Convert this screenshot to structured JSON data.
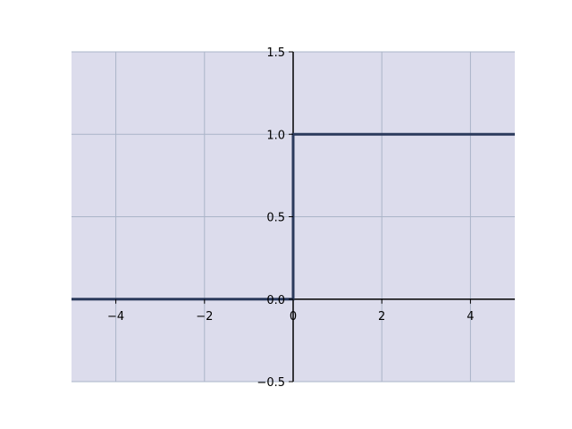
{
  "chart_data": {
    "type": "line",
    "title": "",
    "xlabel": "",
    "ylabel": "",
    "xlim": [
      -5,
      5
    ],
    "ylim": [
      -0.5,
      1.5
    ],
    "grid": true,
    "spines": "centered at origin",
    "x_ticks": [
      -4,
      -2,
      0,
      2,
      4
    ],
    "x_tick_labels": [
      "−4",
      "−2",
      "0",
      "2",
      "4"
    ],
    "y_ticks": [
      -0.5,
      0.0,
      0.5,
      1.0,
      1.5
    ],
    "y_tick_labels": [
      "−0.5",
      "0.0",
      "0.5",
      "1.0",
      "1.5"
    ],
    "series": [
      {
        "x": [
          -5,
          0,
          0,
          5
        ],
        "y": [
          0,
          0,
          1,
          1
        ]
      }
    ],
    "colors": {
      "plot_background": "#dcdcec",
      "grid": "#aab4c8",
      "line": "#2b3a5c",
      "axis": "#000000"
    }
  }
}
